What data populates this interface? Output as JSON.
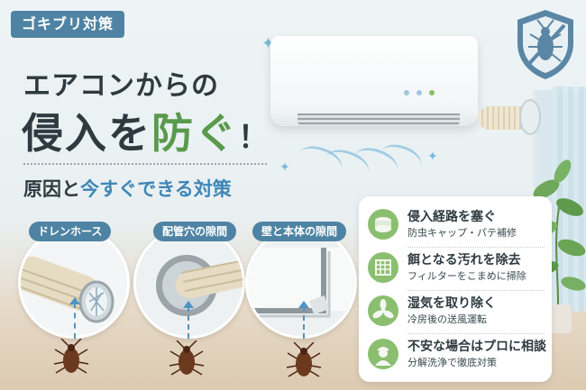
{
  "tag": "ゴキブリ対策",
  "title": {
    "line1": "エアコンからの",
    "line2_part1": "侵入を",
    "line2_part2": "防ぐ",
    "line2_part3": "！"
  },
  "subtitle": {
    "part1": "原因と",
    "part2": "今すぐできる対策"
  },
  "circles": [
    {
      "label": "ドレンホース"
    },
    {
      "label": "配管穴の隙間"
    },
    {
      "label": "壁と本体の隙間"
    }
  ],
  "tips": [
    {
      "title": "侵入経路を塞ぐ",
      "desc": "防虫キャップ・パテ補修",
      "icon": "cap-icon"
    },
    {
      "title": "餌となる汚れを除去",
      "desc": "フィルターをこまめに掃除",
      "icon": "filter-icon"
    },
    {
      "title": "湿気を取り除く",
      "desc": "冷房後の送風運転",
      "icon": "fan-icon"
    },
    {
      "title": "不安な場合はプロに相談",
      "desc": "分解洗浄で徹底対策",
      "icon": "technician-icon"
    }
  ],
  "colors": {
    "accent_blue": "#4f83a3",
    "accent_green": "#5a9a4c",
    "tip_icon_green": "#8bbf6f"
  }
}
